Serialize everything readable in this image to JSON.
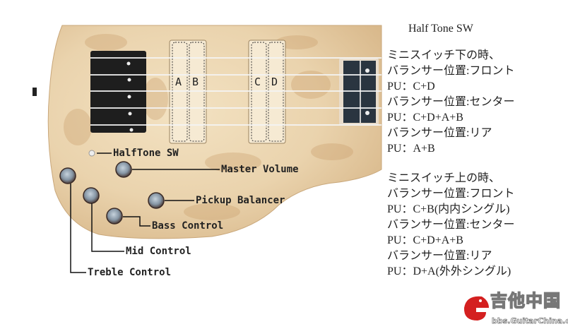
{
  "pickup_labels": {
    "a": "A",
    "b": "B",
    "c": "C",
    "d": "D"
  },
  "controls": {
    "halftone_sw": "HalfTone SW",
    "master_volume": "Master Volume",
    "pickup_balancer": "Pickup Balancer",
    "bass_control": "Bass Control",
    "mid_control": "Mid Control",
    "treble_control": "Treble Control"
  },
  "notes": {
    "title": "Half Tone SW",
    "down": [
      "ミニスイッチ下の時、",
      "バランサー位置:フロント",
      "PU：C+D",
      "バランサー位置:センター",
      "PU：C+D+A+B",
      "バランサー位置:リア",
      "PU：A+B"
    ],
    "up": [
      "ミニスイッチ上の時、",
      "バランサー位置:フロント",
      "PU：C+B(内内シングル)",
      "バランサー位置:センター",
      "PU：C+D+A+B",
      "バランサー位置:リア",
      "PU：D+A(外外シングル)"
    ]
  },
  "watermark": {
    "name": "吉他中国",
    "url": "bbs.GuitarChina.com"
  },
  "colors": {
    "wood": "#ead3ad",
    "wood_dark": "#d8b585",
    "knob": "#8a9aa8",
    "watermark_red": "#d42020"
  }
}
